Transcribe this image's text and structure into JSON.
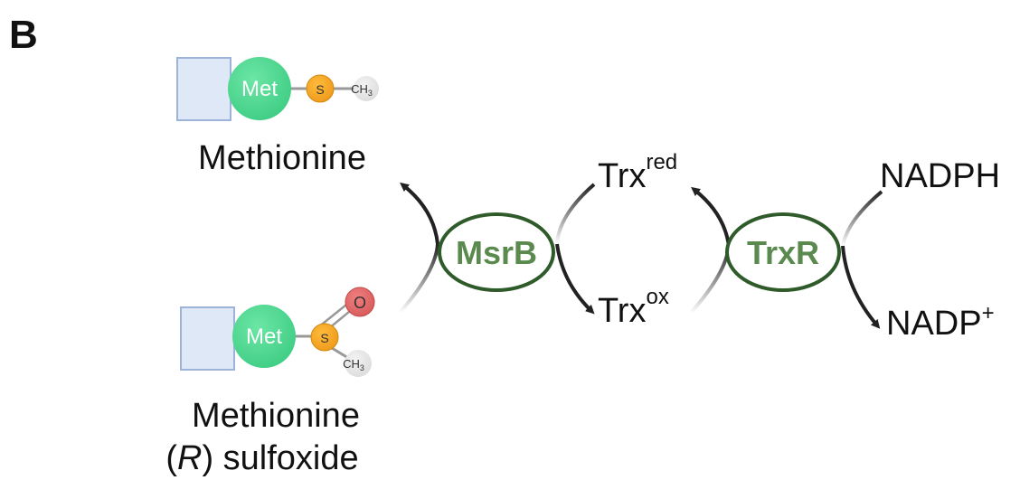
{
  "panel_label": "B",
  "molecules": {
    "methionine": {
      "residue": "Met",
      "sulfur": "S",
      "methyl_main": "CH",
      "methyl_sub": "3",
      "name": "Methionine"
    },
    "sulfoxide": {
      "residue": "Met",
      "sulfur": "S",
      "oxygen": "O",
      "methyl_main": "CH",
      "methyl_sub": "3",
      "name_line1": "Methionine",
      "name_line2_paren_open": "(",
      "name_line2_italic": "R",
      "name_line2_paren_close": ")",
      "name_line2_rest": " sulfoxide"
    }
  },
  "enzymes": {
    "msrb": "MsrB",
    "trxr": "TrxR"
  },
  "species": {
    "trx_red_base": "Trx",
    "trx_red_sup": "red",
    "trx_ox_base": "Trx",
    "trx_ox_sup": "ox",
    "nadph": "NADPH",
    "nadp_base": "NADP",
    "nadp_sup": "+"
  },
  "colors": {
    "enzyme_green": "#5a8a4e",
    "enzyme_ring": "#2f5a2a",
    "met_green": "#4fd891",
    "sulfur_orange": "#f5a623",
    "oxygen_red": "#e06868",
    "methyl_grey": "#e6e6e6",
    "box_blue": "#9db3d9",
    "arrow_black": "#222222"
  }
}
